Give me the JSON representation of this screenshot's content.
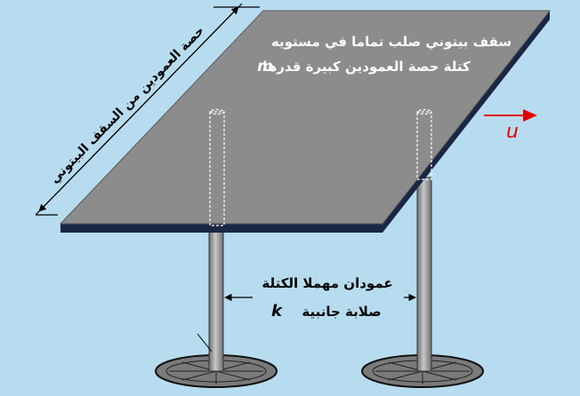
{
  "slab_text": {
    "line1": "سقف بيتوني صلب تماما في مستويه",
    "line2_prefix": "كتلة حصة العمودين كبيرة قدرها",
    "line2_symbol": "m"
  },
  "slab_dimension_label": "حصة العمودين من السقف البيتوني",
  "columns_text": {
    "line1": "عمودان مهملا الكتلة",
    "line2_prefix": "صلابة جانبية",
    "line2_symbol": "k"
  },
  "displacement_label": "u",
  "colors": {
    "background": "#b8dcef",
    "slab": "#8c8c8c",
    "slab_edge": "#1a2744",
    "column": "#9a9a9a",
    "arrow_red": "#e00000",
    "text": "#000000"
  }
}
